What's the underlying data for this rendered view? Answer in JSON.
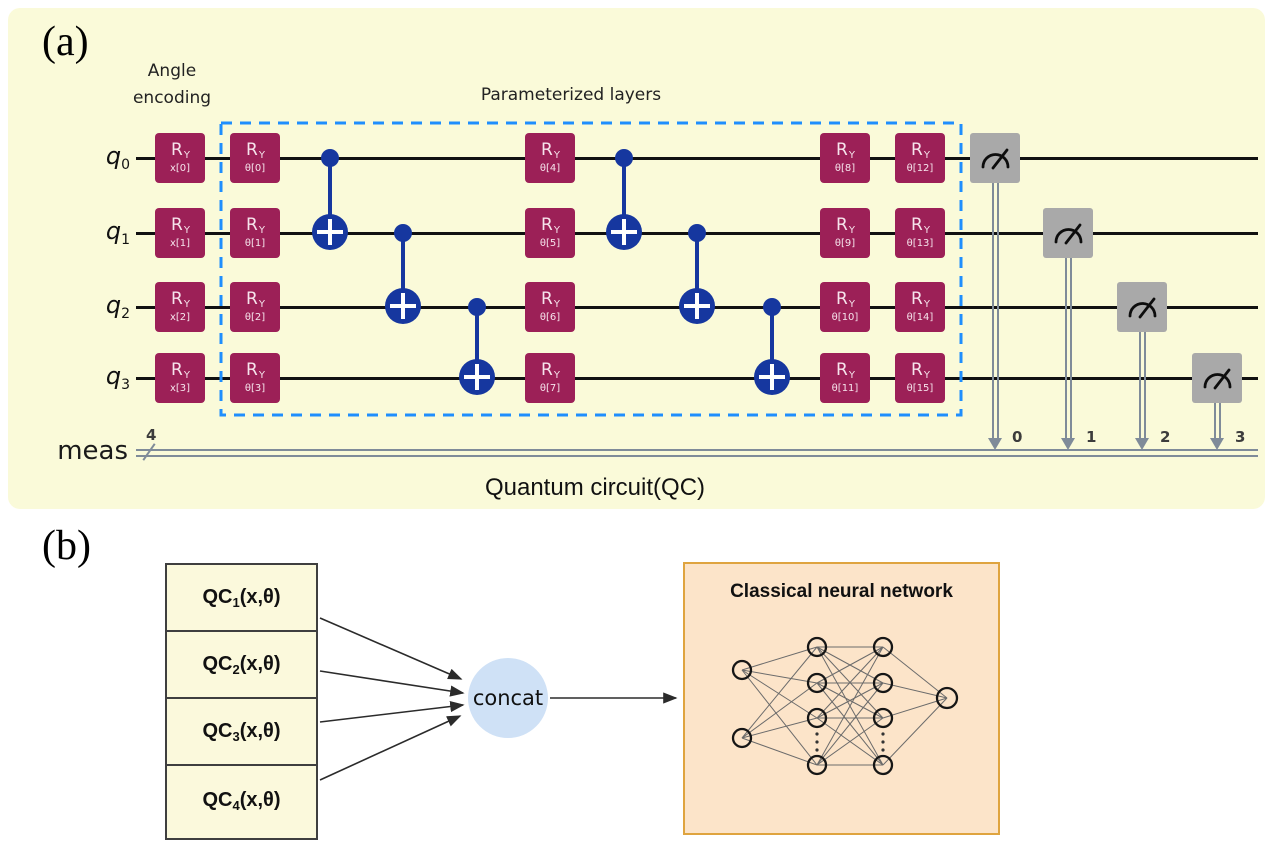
{
  "colors": {
    "panel-a-bg": "#fafad9",
    "gate": "#9c2057",
    "gate-text": "#f6e4ec",
    "cnot": "#16379f",
    "dashed-border": "#1f8efd",
    "meter-bg": "#a9a9a9",
    "classical": "#7f8b99",
    "wire": "#111111",
    "qc-box-bg": "#fbf9dc",
    "qc-box-border": "#3f3f3f",
    "concat-bg": "#cfe1f6",
    "nn-box-bg": "#fce4c9",
    "nn-box-border": "#dfa43f"
  },
  "panel_a": {
    "label": "(a)",
    "angle_encoding_line1": "Angle",
    "angle_encoding_line2": "encoding",
    "parameterized_layers": "Parameterized layers",
    "caption": "Quantum circuit(QC)",
    "gate_base": "R",
    "gate_sub": "Y",
    "qubit_base": "q",
    "qubit_subs": [
      "0",
      "1",
      "2",
      "3"
    ],
    "x_params": [
      "x[0]",
      "x[1]",
      "x[2]",
      "x[3]"
    ],
    "theta_params": [
      "θ[0]",
      "θ[1]",
      "θ[2]",
      "θ[3]",
      "θ[4]",
      "θ[5]",
      "θ[6]",
      "θ[7]",
      "θ[8]",
      "θ[9]",
      "θ[10]",
      "θ[11]",
      "θ[12]",
      "θ[13]",
      "θ[14]",
      "θ[15]"
    ],
    "meas_label": "meas",
    "bus_width": "4",
    "clbit_labels": [
      "0",
      "1",
      "2",
      "3"
    ]
  },
  "panel_b": {
    "label": "(b)",
    "qc_base": "QC",
    "qc_subs": [
      "1",
      "2",
      "3",
      "4"
    ],
    "qc_args": "(x,θ)",
    "concat_label": "concat",
    "nn_title": "Classical neural network"
  }
}
